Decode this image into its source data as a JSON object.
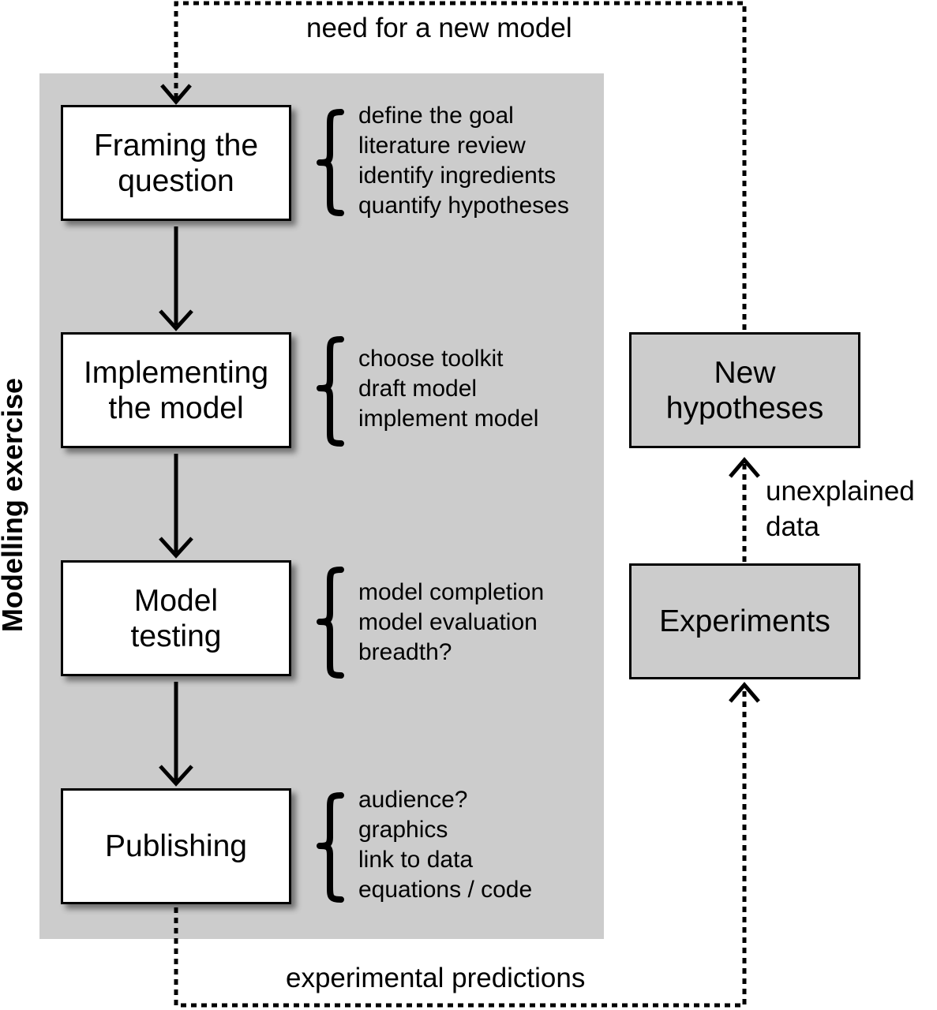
{
  "panel": {
    "label": "Modelling exercise"
  },
  "steps": [
    {
      "line1": "Framing the",
      "line2": "question",
      "notes": [
        "define the goal",
        "literature review",
        "identify ingredients",
        "quantify hypotheses"
      ]
    },
    {
      "line1": "Implementing",
      "line2": "the model",
      "notes": [
        "choose toolkit",
        "draft model",
        "implement model"
      ]
    },
    {
      "line1": "Model",
      "line2": "testing",
      "notes": [
        "model completion",
        "model evaluation",
        "breadth?"
      ]
    },
    {
      "line1": "Publishing",
      "line2": "",
      "notes": [
        "audience?",
        "graphics",
        "link to data",
        "equations / code"
      ]
    }
  ],
  "side_boxes": {
    "new_hypotheses": {
      "line1": "New",
      "line2": "hypotheses"
    },
    "experiments": {
      "line1": "Experiments"
    }
  },
  "flow_labels": {
    "top": "need for a new model",
    "bottom": "experimental predictions",
    "unexplained_line1": "unexplained",
    "unexplained_line2": "data"
  },
  "colors": {
    "panel_fill": "#cccccc",
    "box_fill": "#ffffff",
    "side_box_fill": "#cccccc",
    "stroke": "#000000"
  }
}
